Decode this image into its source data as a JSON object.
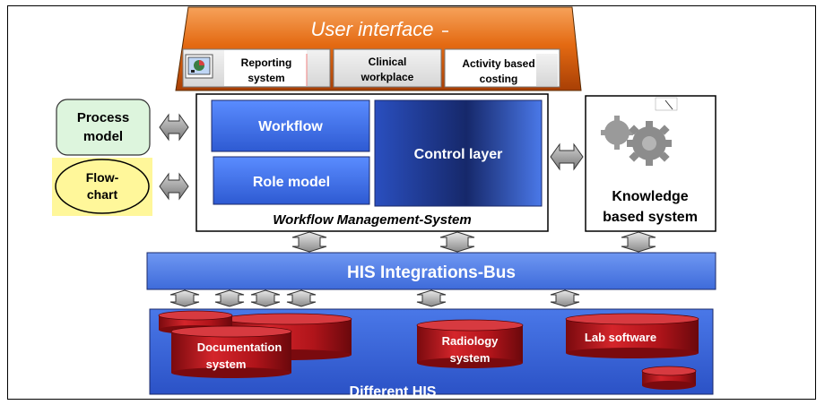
{
  "user_interface": {
    "title": "User interface",
    "modules": [
      {
        "line1": "Reporting",
        "line2": "system"
      },
      {
        "line1": "Clinical",
        "line2": "workplace"
      },
      {
        "line1": "Activity based",
        "line2": "costing"
      }
    ]
  },
  "left_inputs": {
    "process_model": {
      "line1": "Process",
      "line2": "model"
    },
    "flowchart": {
      "line1": "Flow-",
      "line2": "chart"
    }
  },
  "wfms": {
    "workflow": "Workflow",
    "role_model": "Role model",
    "control_layer": "Control layer",
    "caption": "Workflow Management-System"
  },
  "knowledge": {
    "line1": "Knowledge",
    "line2": "based system",
    "icon": "gear-icon"
  },
  "bus": {
    "label": "HIS Integrations-Bus"
  },
  "his": {
    "label": "Different HIS",
    "systems": [
      {
        "line1": "Documentation",
        "line2": "system"
      },
      {
        "line1": "Radiology",
        "line2": "system"
      },
      {
        "line1": "Lab software",
        "line2": ""
      }
    ]
  },
  "colors": {
    "orange": "#E46A12",
    "blue": "#3F6FE0",
    "navy": "#1A2A6C",
    "red": "#C4161C",
    "green": "#DDF5DD",
    "yellow": "#FFF79A"
  }
}
